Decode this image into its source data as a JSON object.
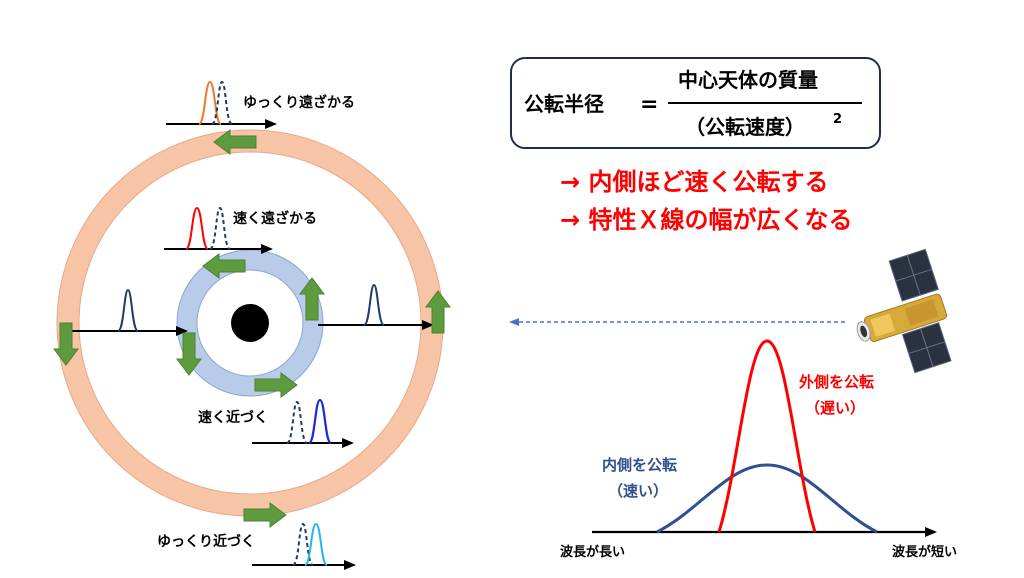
{
  "formula": {
    "lhs": "公転半径",
    "equals": "=",
    "numerator": "中心天体の質量",
    "denominator": "（公転速度）",
    "exponent": "2"
  },
  "conclusions": [
    "→ 内側ほど速く公転する",
    "→ 特性Ｘ線の幅が広くなる"
  ],
  "orbit_labels": {
    "outer_top": "ゆっくり遠ざかる",
    "inner_top": "速く遠ざかる",
    "inner_bottom": "速く近づく",
    "outer_bottom": "ゆっくり近づく"
  },
  "spectrum": {
    "outer_label": "外側を公転",
    "outer_sub": "（遅い）",
    "inner_label": "内側を公転",
    "inner_sub": "（速い）",
    "x_left": "波長が長い",
    "x_right": "波長が短い"
  },
  "colors": {
    "outer_ring": "#f7c4a6",
    "inner_ring": "#b8cbe8",
    "arrow_green": "#5e9b3e",
    "red": "#ff0000",
    "blue": "#2f4f8f",
    "orange": "#f07a2a",
    "light_blue": "#28b4f0",
    "deep_blue": "#1a2bd0",
    "dashed_arrow": "#4a72c4"
  },
  "icons": {
    "satellite": "satellite-icon",
    "black_hole": "black-hole-icon"
  }
}
